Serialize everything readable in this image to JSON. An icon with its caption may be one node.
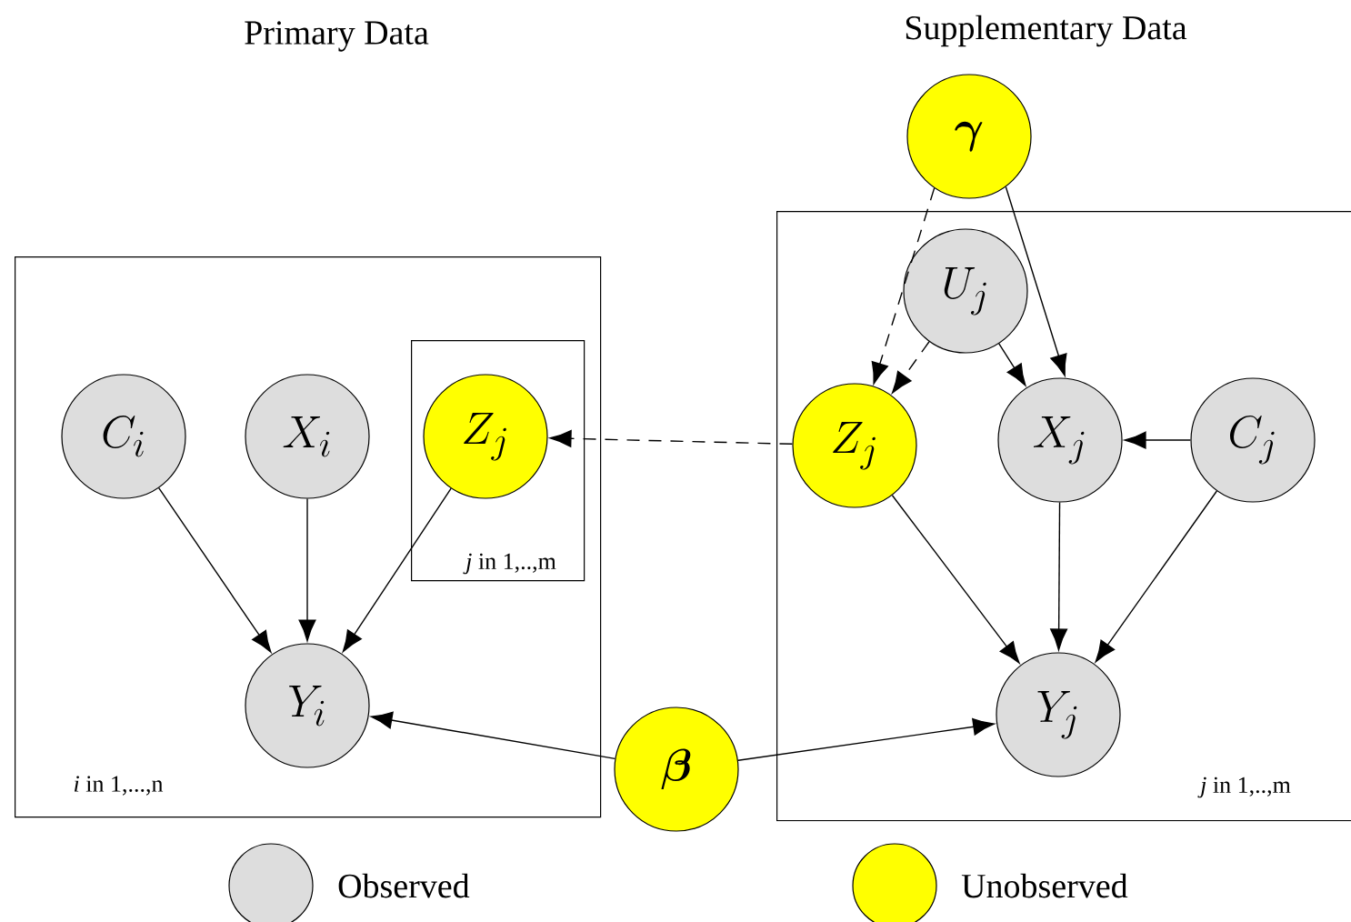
{
  "diagram": {
    "nodes": [
      {
        "text": [
          "*i* in 1,...,n"
        ]
      },
      {
        "text": [
          "C_i"
        ],
        "in": 0
      },
      {
        "text": [
          "X_i"
        ],
        "in": 0
      },
      {
        "text": [
          "*j* in 1,..,m"
        ],
        "in": 0
      },
      {
        "text": [
          "Z_j"
        ],
        "in": 3
      },
      {
        "text": [
          "Y_i"
        ],
        "in": 0
      },
      {
        "text": [
          "*j* in 1,..,m"
        ]
      },
      {
        "text": [
          "\\boldsymbol{\\gamma}"
        ]
      },
      {
        "text": [
          "U_j"
        ],
        "in": 6
      },
      {
        "text": [
          "Z_j"
        ],
        "in": 6
      },
      {
        "text": [
          "X_j"
        ],
        "in": 6
      },
      {
        "text": [
          "C_j"
        ],
        "in": 6
      },
      {
        "text": [
          "Y_j"
        ],
        "in": 6
      },
      {
        "text": [
          "\\boldsymbol{\\beta}"
        ]
      }
    ],
    "edges": [
      {
        "from": 1,
        "to": 5,
        "arrow": "to"
      },
      {
        "from": 2,
        "to": 5,
        "arrow": "to"
      },
      {
        "from": 4,
        "to": 5,
        "arrow": "to"
      },
      {
        "from": 9,
        "to": 4,
        "arrow": "to",
        "style": "dashed"
      },
      {
        "from": 7,
        "to": 9,
        "arrow": "to",
        "style": "dashed"
      },
      {
        "from": 7,
        "to": 10,
        "arrow": "to"
      },
      {
        "from": 8,
        "to": 9,
        "arrow": "to",
        "style": "dashed"
      },
      {
        "from": 8,
        "to": 10,
        "arrow": "to"
      },
      {
        "from": 11,
        "to": 10,
        "arrow": "to"
      },
      {
        "from": 9,
        "to": 12,
        "arrow": "to"
      },
      {
        "from": 10,
        "to": 12,
        "arrow": "to"
      },
      {
        "from": 11,
        "to": 12,
        "arrow": "to"
      },
      {
        "from": 13,
        "to": 5,
        "arrow": "to"
      },
      {
        "from": 13,
        "to": 12,
        "arrow": "to"
      }
    ],
    "labels": [
      "Primary Data",
      "Supplementary Data"
    ],
    "legend": [
      {
        "text": "Observed",
        "color": "#dddddd"
      },
      {
        "text": "Unobserved",
        "color": "#ffff00"
      }
    ]
  }
}
